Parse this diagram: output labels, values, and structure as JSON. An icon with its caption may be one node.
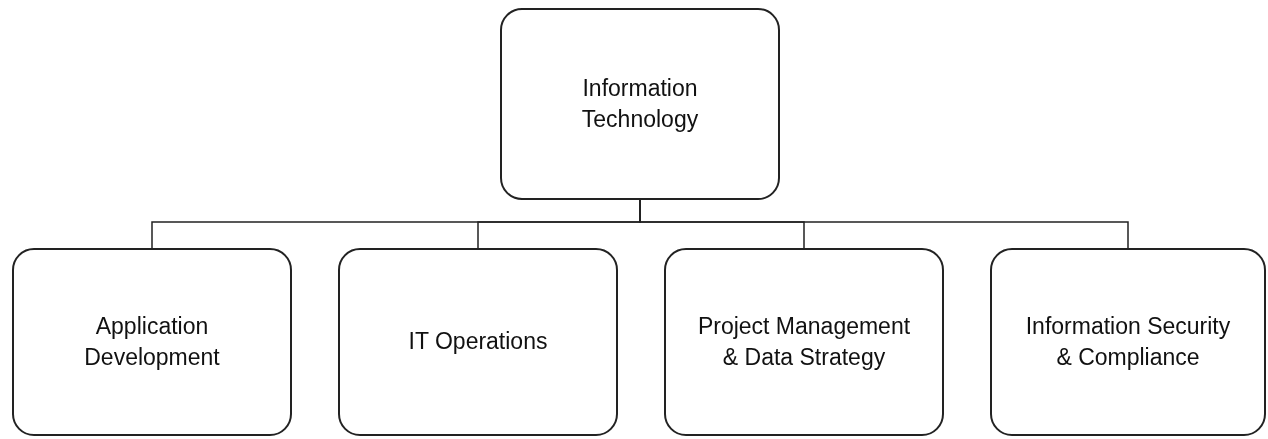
{
  "diagram": {
    "nodes": [
      {
        "text": [
          "Information Technology"
        ]
      },
      {
        "text": [
          "Application Development"
        ]
      },
      {
        "text": [
          "IT Operations"
        ]
      },
      {
        "text": [
          "Project Management & Data Strategy"
        ]
      },
      {
        "text": [
          "Information Security & Compliance"
        ]
      }
    ],
    "edges": [
      {
        "from": 0,
        "to": 1,
        "arrow": "none"
      },
      {
        "from": 0,
        "to": 2,
        "arrow": "none"
      },
      {
        "from": 0,
        "to": 3,
        "arrow": "none"
      },
      {
        "from": 0,
        "to": 4,
        "arrow": "none"
      }
    ]
  }
}
